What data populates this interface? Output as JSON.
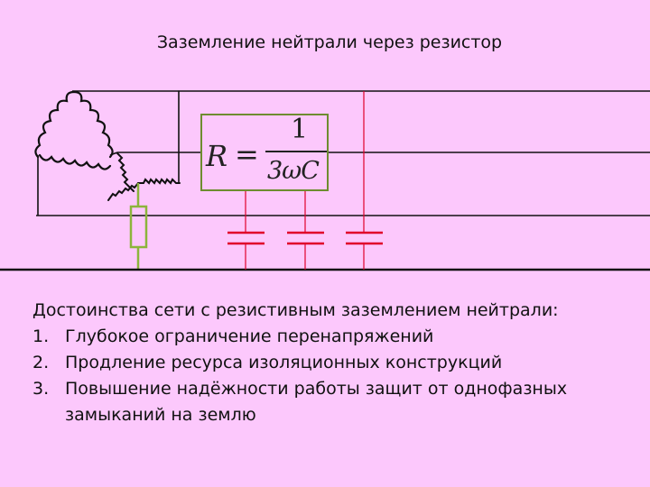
{
  "title": "Заземление нейтрали через резистор",
  "formula": {
    "lhs": "R",
    "equals": "=",
    "numerator": "1",
    "denominator": "3ωC"
  },
  "advantages": {
    "heading": "Достоинства сети с резистивным заземлением нейтрали:",
    "items": [
      {
        "num": "1.",
        "text": "Глубокое ограничение перенапряжений"
      },
      {
        "num": "2.",
        "text": "Продление ресурса изоляционных конструкций"
      },
      {
        "num": "3.",
        "text": "Повышение надёжности работы защит от однофазных замыканий на землю"
      }
    ]
  },
  "colors": {
    "background": "#fcc8fc",
    "line": "#111111",
    "capacitor": "#e0002a",
    "resistor_and_ground": "#8cb43c"
  }
}
